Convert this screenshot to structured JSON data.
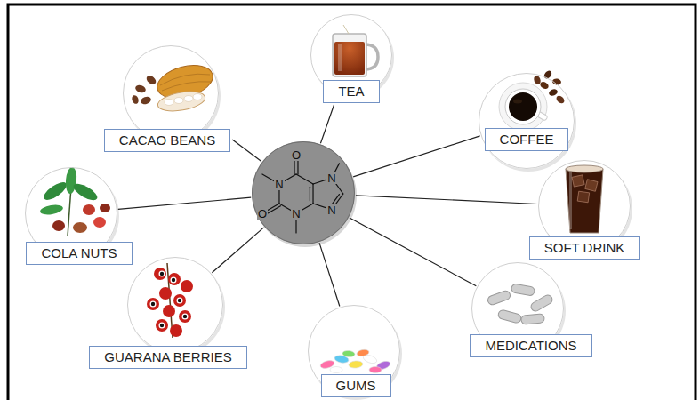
{
  "diagram": {
    "nodes": [
      {
        "text": [
          "O",
          "N",
          "N",
          "N",
          "O",
          "N"
        ]
      },
      {
        "text": [
          "TEA"
        ]
      },
      {
        "text": [
          "COFFEE"
        ]
      },
      {
        "text": [
          "SOFT DRINK"
        ]
      },
      {
        "text": [
          "MEDICATIONS"
        ]
      },
      {
        "text": [
          "GUMS"
        ]
      },
      {
        "text": [
          "GUARANA BERRIES"
        ]
      },
      {
        "text": [
          "COLA NUTS"
        ]
      },
      {
        "text": [
          "CACAO BEANS"
        ]
      }
    ],
    "edges": [
      {
        "from": 0,
        "to": 1,
        "arrow": "none"
      },
      {
        "from": 0,
        "to": 2,
        "arrow": "none"
      },
      {
        "from": 0,
        "to": 3,
        "arrow": "none"
      },
      {
        "from": 0,
        "to": 4,
        "arrow": "none"
      },
      {
        "from": 0,
        "to": 5,
        "arrow": "none"
      },
      {
        "from": 0,
        "to": 6,
        "arrow": "none"
      },
      {
        "from": 0,
        "to": 7,
        "arrow": "none"
      },
      {
        "from": 0,
        "to": 8,
        "arrow": "none"
      }
    ]
  }
}
